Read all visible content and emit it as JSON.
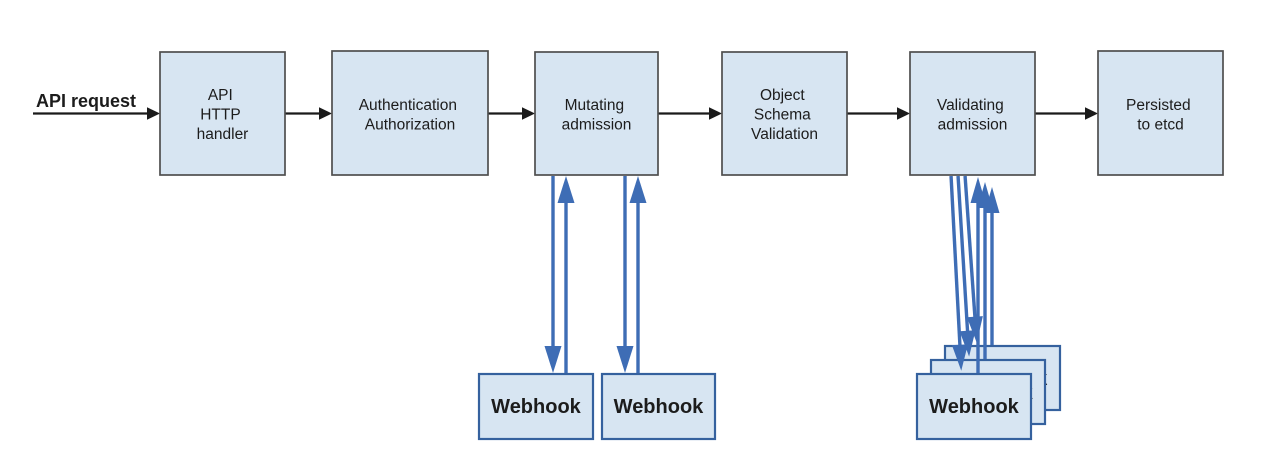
{
  "diagram": {
    "entry_label": "API request",
    "nodes": [
      {
        "id": "api-http-handler",
        "lines": [
          "API",
          "HTTP",
          "handler"
        ]
      },
      {
        "id": "authentication-authorization",
        "lines": [
          "Authentication",
          "Authorization"
        ]
      },
      {
        "id": "mutating-admission",
        "lines": [
          "Mutating",
          "admission"
        ]
      },
      {
        "id": "object-schema-validation",
        "lines": [
          "Object",
          "Schema",
          "Validation"
        ]
      },
      {
        "id": "validating-admission",
        "lines": [
          "Validating",
          "admission"
        ]
      },
      {
        "id": "persisted-to-etcd",
        "lines": [
          "Persisted",
          "to etcd"
        ]
      }
    ],
    "webhooks": {
      "mutating": [
        "Webhook",
        "Webhook"
      ],
      "validating_stack": [
        "Webhook",
        "Webhook",
        "Webhook"
      ]
    },
    "colors": {
      "background": "#ffffff",
      "box_fill": "#d7e5f2",
      "box_border": "#4f4f4f",
      "webhook_border": "#35619e",
      "arrow_black": "#1a1a1a",
      "arrow_blue": "#3e6db5",
      "text": "#1c1c1c"
    }
  }
}
